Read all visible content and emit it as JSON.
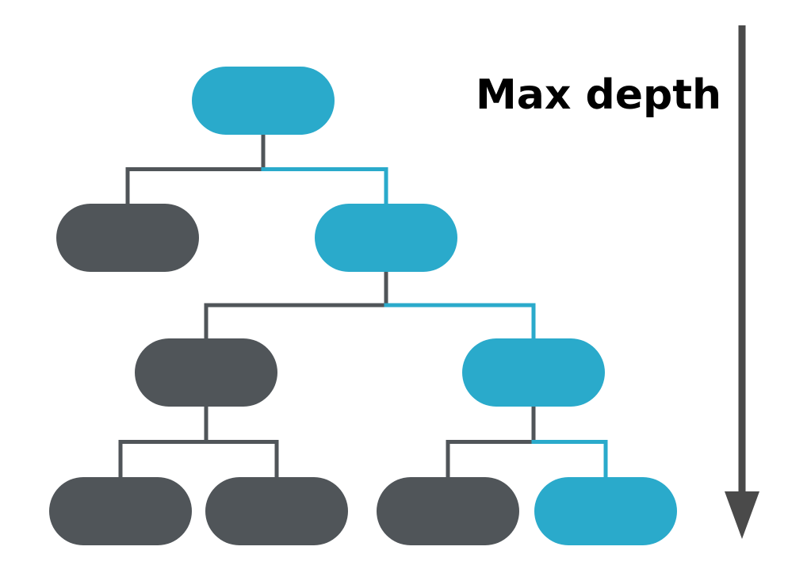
{
  "label": "Max depth",
  "colors": {
    "highlight": "#2aaacb",
    "node_dark": "#505559",
    "edge_dark": "#505559",
    "arrow": "#4a4a4a"
  },
  "tree": {
    "nodes": [
      {
        "id": "root",
        "depth": 0,
        "highlighted": true
      },
      {
        "id": "d1-left",
        "depth": 1,
        "parent": "root",
        "highlighted": false
      },
      {
        "id": "d1-right",
        "depth": 1,
        "parent": "root",
        "highlighted": true
      },
      {
        "id": "d2-left",
        "depth": 2,
        "parent": "d1-right",
        "highlighted": false
      },
      {
        "id": "d2-right",
        "depth": 2,
        "parent": "d1-right",
        "highlighted": true
      },
      {
        "id": "d3-a",
        "depth": 3,
        "parent": "d2-left",
        "highlighted": false
      },
      {
        "id": "d3-b",
        "depth": 3,
        "parent": "d2-left",
        "highlighted": false
      },
      {
        "id": "d3-c",
        "depth": 3,
        "parent": "d2-right",
        "highlighted": false
      },
      {
        "id": "d3-d",
        "depth": 3,
        "parent": "d2-right",
        "highlighted": true
      }
    ]
  }
}
